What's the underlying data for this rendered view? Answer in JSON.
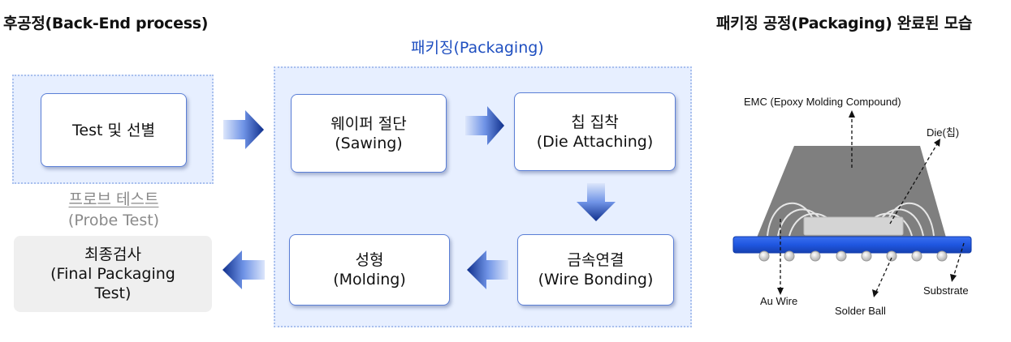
{
  "headings": {
    "left": "후공정(Back-End process)",
    "right": "패키징 공정(Packaging) 완료된 모습"
  },
  "packaging_group": {
    "title": "패키징(Packaging)"
  },
  "steps": {
    "test_select": {
      "line1": "Test  및 선별"
    },
    "sawing": {
      "line1": "웨이퍼 절단",
      "line2": "(Sawing)"
    },
    "die_attach": {
      "line1": "칩 집착",
      "line2": "(Die Attaching)"
    },
    "wire_bond": {
      "line1": "금속연결",
      "line2": "(Wire Bonding)"
    },
    "molding": {
      "line1": "성형",
      "line2": "(Molding)"
    },
    "final_test": {
      "line1": "최종검사",
      "line2": "(Final Packaging",
      "line3": "Test)"
    }
  },
  "probe_test": {
    "line1": "프로브 테스트",
    "line2": "(Probe Test)"
  },
  "package_labels": {
    "emc": "EMC (Epoxy Molding Compound)",
    "die": "Die(칩)",
    "au_wire": "Au Wire",
    "solder_ball": "Solder Ball",
    "substrate": "Substrate"
  },
  "colors": {
    "accent_blue": "#1f4fc0",
    "region_fill": "#e7efff",
    "substrate_blue": "#1f56e0",
    "mold_gray": "#7f7f7f"
  }
}
